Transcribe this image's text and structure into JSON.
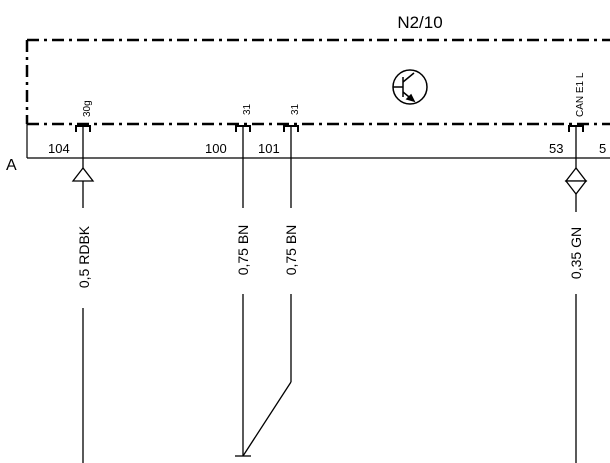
{
  "component": {
    "ref": "N2/10",
    "ref_color": "#1a1adc",
    "symbol": "transistor-icon"
  },
  "connector": {
    "label": "A",
    "pins": [
      {
        "pin": "104",
        "signal": "30g",
        "wire": "0,5 RDBK",
        "arrow": "single-arrow-icon"
      },
      {
        "pin": "100",
        "signal": "31",
        "wire": "0,75 BN",
        "arrow": ""
      },
      {
        "pin": "101",
        "signal": "31",
        "wire": "0,75 BN",
        "arrow": ""
      },
      {
        "pin": "53",
        "signal": "CAN E1 L",
        "wire": "0,35 GN",
        "arrow": "double-arrow-icon"
      },
      {
        "pin": "5",
        "signal": "",
        "wire": "",
        "arrow": ""
      }
    ]
  }
}
